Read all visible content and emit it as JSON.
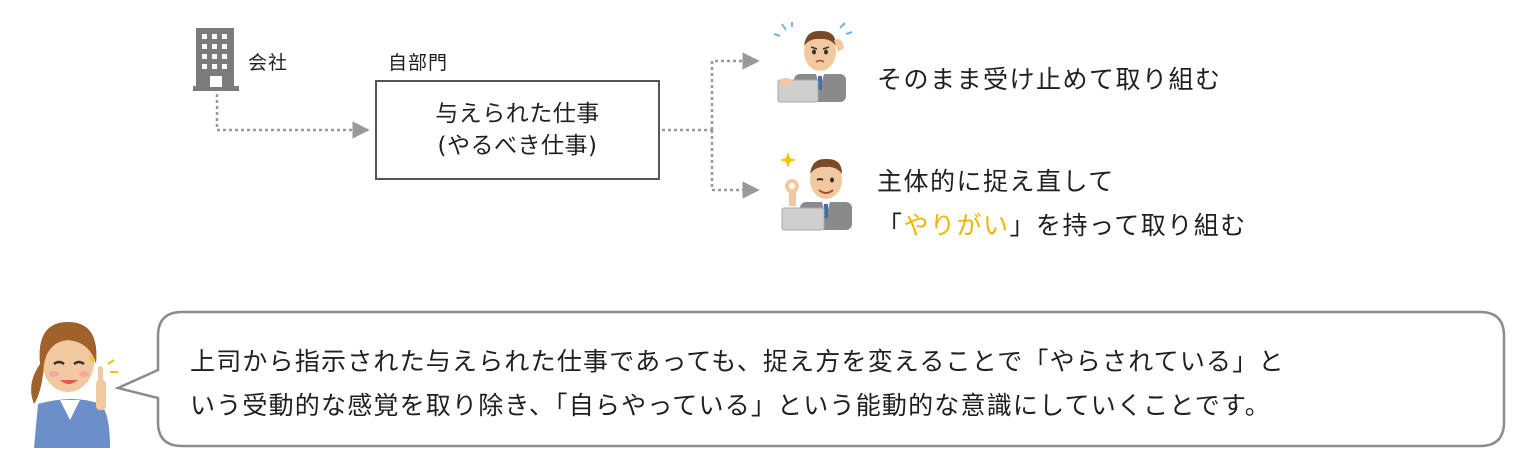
{
  "company_label": "会社",
  "department_label": "自部門",
  "task_box": {
    "line1": "与えられた仕事",
    "line2": "(やるべき仕事)"
  },
  "outcomes": [
    {
      "text": "そのまま受け止めて取り組む"
    },
    {
      "line1": "主体的に捉え直して",
      "prefix": "「",
      "highlight": "やりがい",
      "suffix": "」を持って取り組む"
    }
  ],
  "colors": {
    "highlight": "#f0b400",
    "connector": "#999999",
    "border": "#555555"
  },
  "speech_bubble": {
    "line1": "上司から指示された与えられた仕事であっても、捉え方を変えることで「やらされている」と",
    "line2": "いう受動的な感覚を取り除き、「自らやっている」という能動的な意識にしていくことです。"
  },
  "icons": [
    "building-icon",
    "worried-man-icon",
    "confident-man-icon",
    "woman-pointing-icon"
  ]
}
